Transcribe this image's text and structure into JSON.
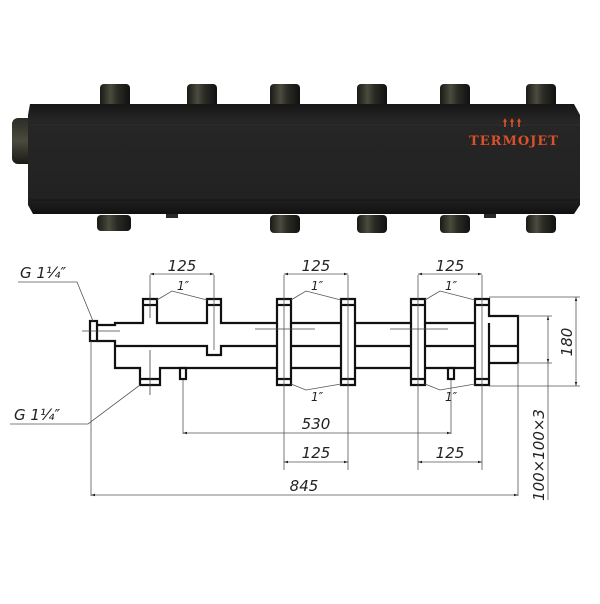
{
  "product": {
    "brand_label": "TERMOJET",
    "brand_icon": "heat-arrows-icon",
    "brand_color": "#d9502a",
    "body_color": "#1c1c1c",
    "top_outlets": 6,
    "bottom_outlets": 5
  },
  "drawing": {
    "inlet_top_label": "G 1¼″",
    "inlet_bottom_label": "G 1¼″",
    "top_spacing_labels": [
      "125",
      "125",
      "125"
    ],
    "top_thread_labels": [
      "1″",
      "1″",
      "1″"
    ],
    "bottom_thread_labels": [
      "1″",
      "1″"
    ],
    "bottom_spacing_labels": [
      "125",
      "125"
    ],
    "center_distance_label": "530",
    "overall_length_label": "845",
    "height_label": "180",
    "section_label": "100×100×3"
  }
}
